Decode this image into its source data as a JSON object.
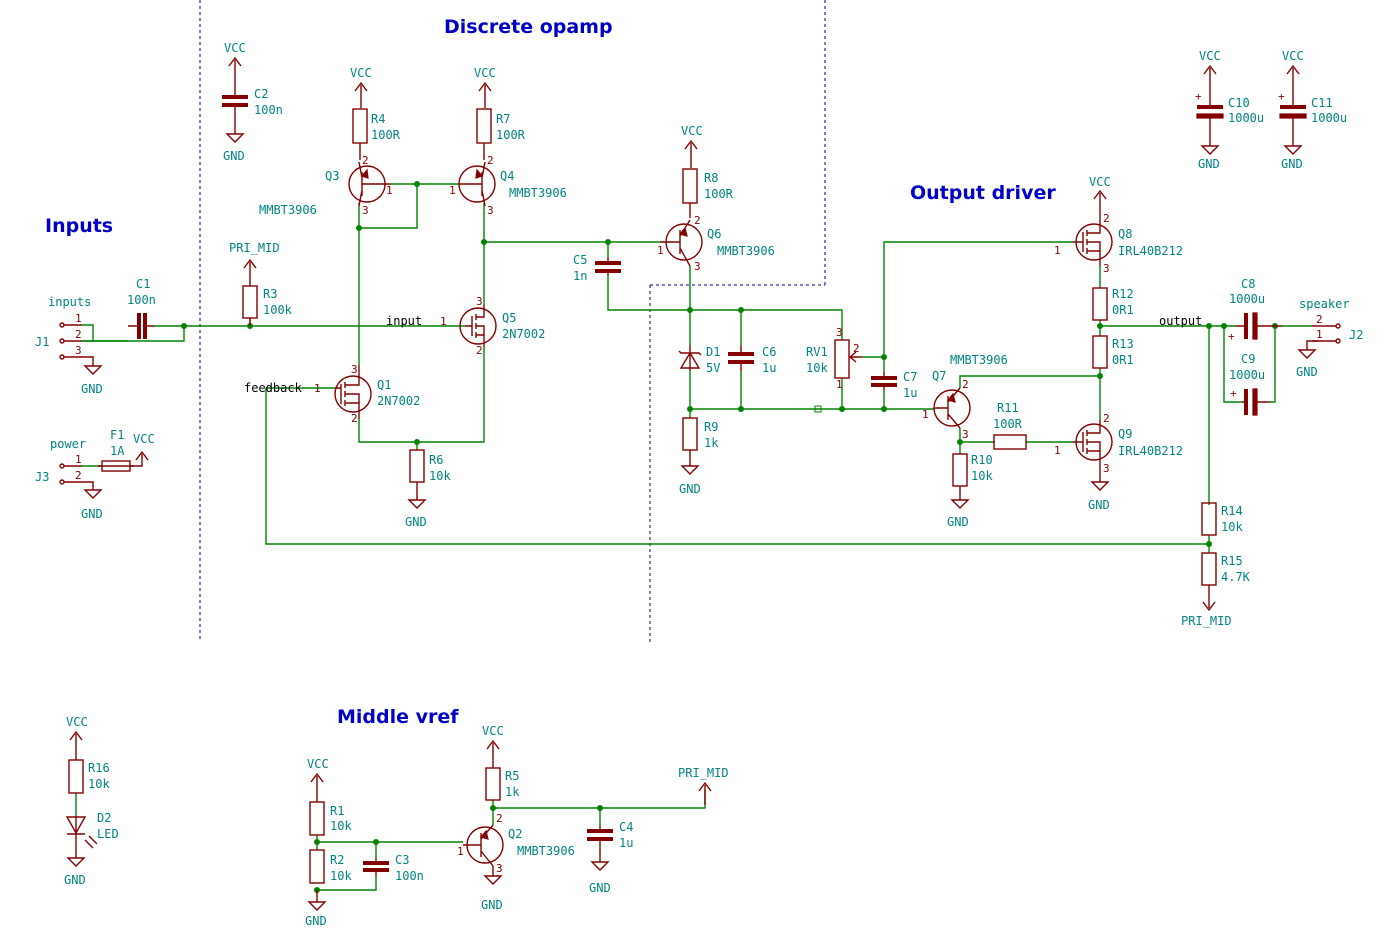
{
  "headings": {
    "discrete": "Discrete opamp",
    "inputs": "Inputs",
    "output": "Output driver",
    "vref": "Middle vref"
  },
  "nets": {
    "vcc": "VCC",
    "gnd": "GND",
    "pri_mid": "PRI_MID",
    "input": "input",
    "feedback": "feedback",
    "output": "output"
  },
  "connectors": {
    "j1": {
      "ref": "J1",
      "value": "inputs"
    },
    "j2": {
      "ref": "J2",
      "value": "speaker"
    },
    "j3": {
      "ref": "J3",
      "value": "power"
    }
  },
  "pins": {
    "p1": "1",
    "p2": "2",
    "p3": "3"
  },
  "parts": {
    "C1": {
      "ref": "C1",
      "value": "100n"
    },
    "C2": {
      "ref": "C2",
      "value": "100n"
    },
    "C3": {
      "ref": "C3",
      "value": "100n"
    },
    "C4": {
      "ref": "C4",
      "value": "1u"
    },
    "C5": {
      "ref": "C5",
      "value": "1n"
    },
    "C6": {
      "ref": "C6",
      "value": "1u"
    },
    "C7": {
      "ref": "C7",
      "value": "1u"
    },
    "C8": {
      "ref": "C8",
      "value": "1000u"
    },
    "C9": {
      "ref": "C9",
      "value": "1000u"
    },
    "C10": {
      "ref": "C10",
      "value": "1000u"
    },
    "C11": {
      "ref": "C11",
      "value": "1000u"
    },
    "R1": {
      "ref": "R1",
      "value": "10k"
    },
    "R2": {
      "ref": "R2",
      "value": "10k"
    },
    "R3": {
      "ref": "R3",
      "value": "100k"
    },
    "R4": {
      "ref": "R4",
      "value": "100R"
    },
    "R5": {
      "ref": "R5",
      "value": "1k"
    },
    "R6": {
      "ref": "R6",
      "value": "10k"
    },
    "R7": {
      "ref": "R7",
      "value": "100R"
    },
    "R8": {
      "ref": "R8",
      "value": "100R"
    },
    "R9": {
      "ref": "R9",
      "value": "1k"
    },
    "R10": {
      "ref": "R10",
      "value": "10k"
    },
    "R11": {
      "ref": "R11",
      "value": "100R"
    },
    "R12": {
      "ref": "R12",
      "value": "0R1"
    },
    "R13": {
      "ref": "R13",
      "value": "0R1"
    },
    "R14": {
      "ref": "R14",
      "value": "10k"
    },
    "R15": {
      "ref": "R15",
      "value": "4.7K"
    },
    "R16": {
      "ref": "R16",
      "value": "10k"
    },
    "RV1": {
      "ref": "RV1",
      "value": "10k"
    },
    "D1": {
      "ref": "D1",
      "value": "5V"
    },
    "D2": {
      "ref": "D2",
      "value": "LED"
    },
    "F1": {
      "ref": "F1",
      "value": "1A"
    },
    "Q1": {
      "ref": "Q1",
      "value": "2N7002"
    },
    "Q2": {
      "ref": "Q2",
      "value": "MMBT3906"
    },
    "Q3": {
      "ref": "Q3",
      "value": "MMBT3906"
    },
    "Q4": {
      "ref": "Q4",
      "value": "MMBT3906"
    },
    "Q5": {
      "ref": "Q5",
      "value": "2N7002"
    },
    "Q6": {
      "ref": "Q6",
      "value": "MMBT3906"
    },
    "Q7": {
      "ref": "Q7",
      "value": "MMBT3906"
    },
    "Q8": {
      "ref": "Q8",
      "value": "IRL40B212"
    },
    "Q9": {
      "ref": "Q9",
      "value": "IRL40B212"
    }
  }
}
